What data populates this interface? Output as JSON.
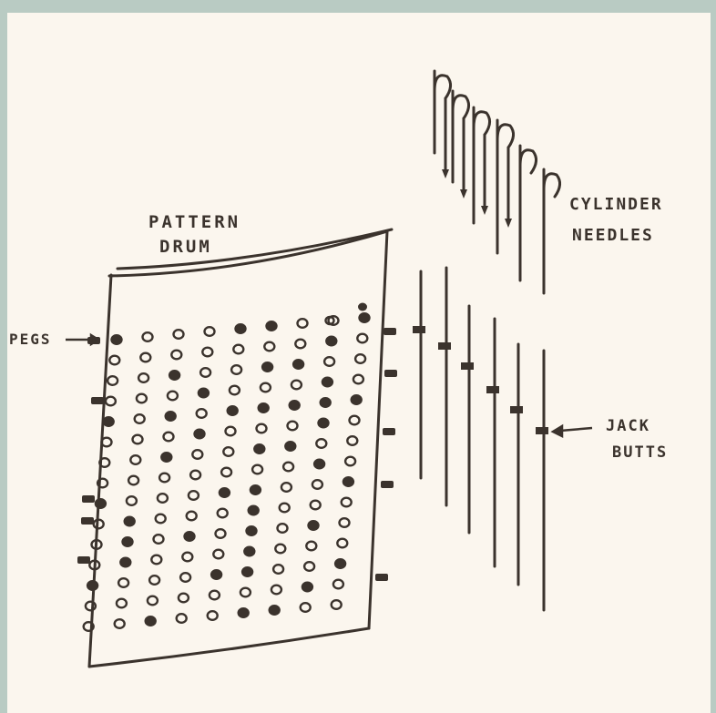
{
  "labels": {
    "pattern_drum": [
      "PATTERN",
      "DRUM"
    ],
    "cylinder_needles": [
      "CYLINDER",
      "NEEDLES"
    ],
    "pegs": "PEGS",
    "jack_butts": [
      "JACK",
      "BUTTS"
    ]
  },
  "colors": {
    "ink": "#3b332d",
    "paper": "#fbf6ee",
    "frame": "#b9cbc3"
  },
  "icons": {
    "pegs_arrow": "arrow-right-icon",
    "jack_butts_arrow": "arrow-left-icon"
  }
}
